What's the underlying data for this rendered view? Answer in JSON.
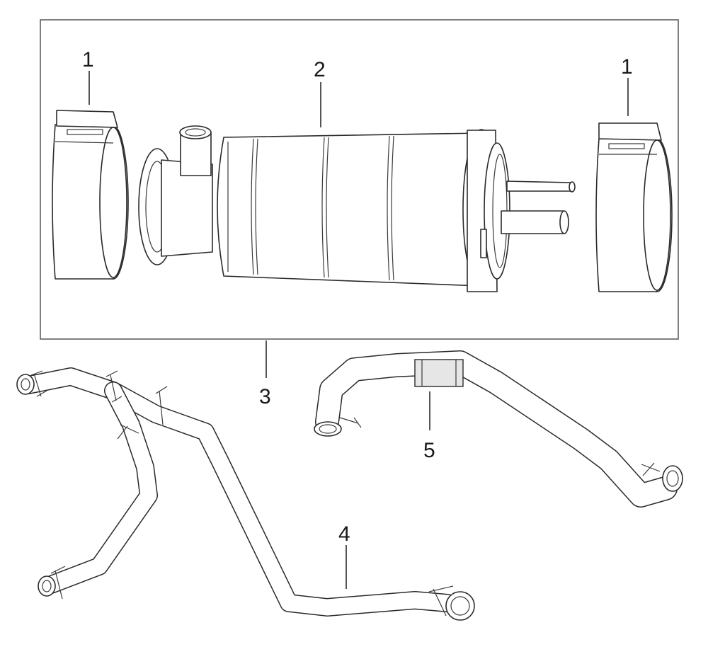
{
  "callouts": {
    "clamp_left": "1",
    "filter": "2",
    "clamp_right": "1",
    "assembly": "3",
    "hose_left": "4",
    "hose_right": "5"
  }
}
